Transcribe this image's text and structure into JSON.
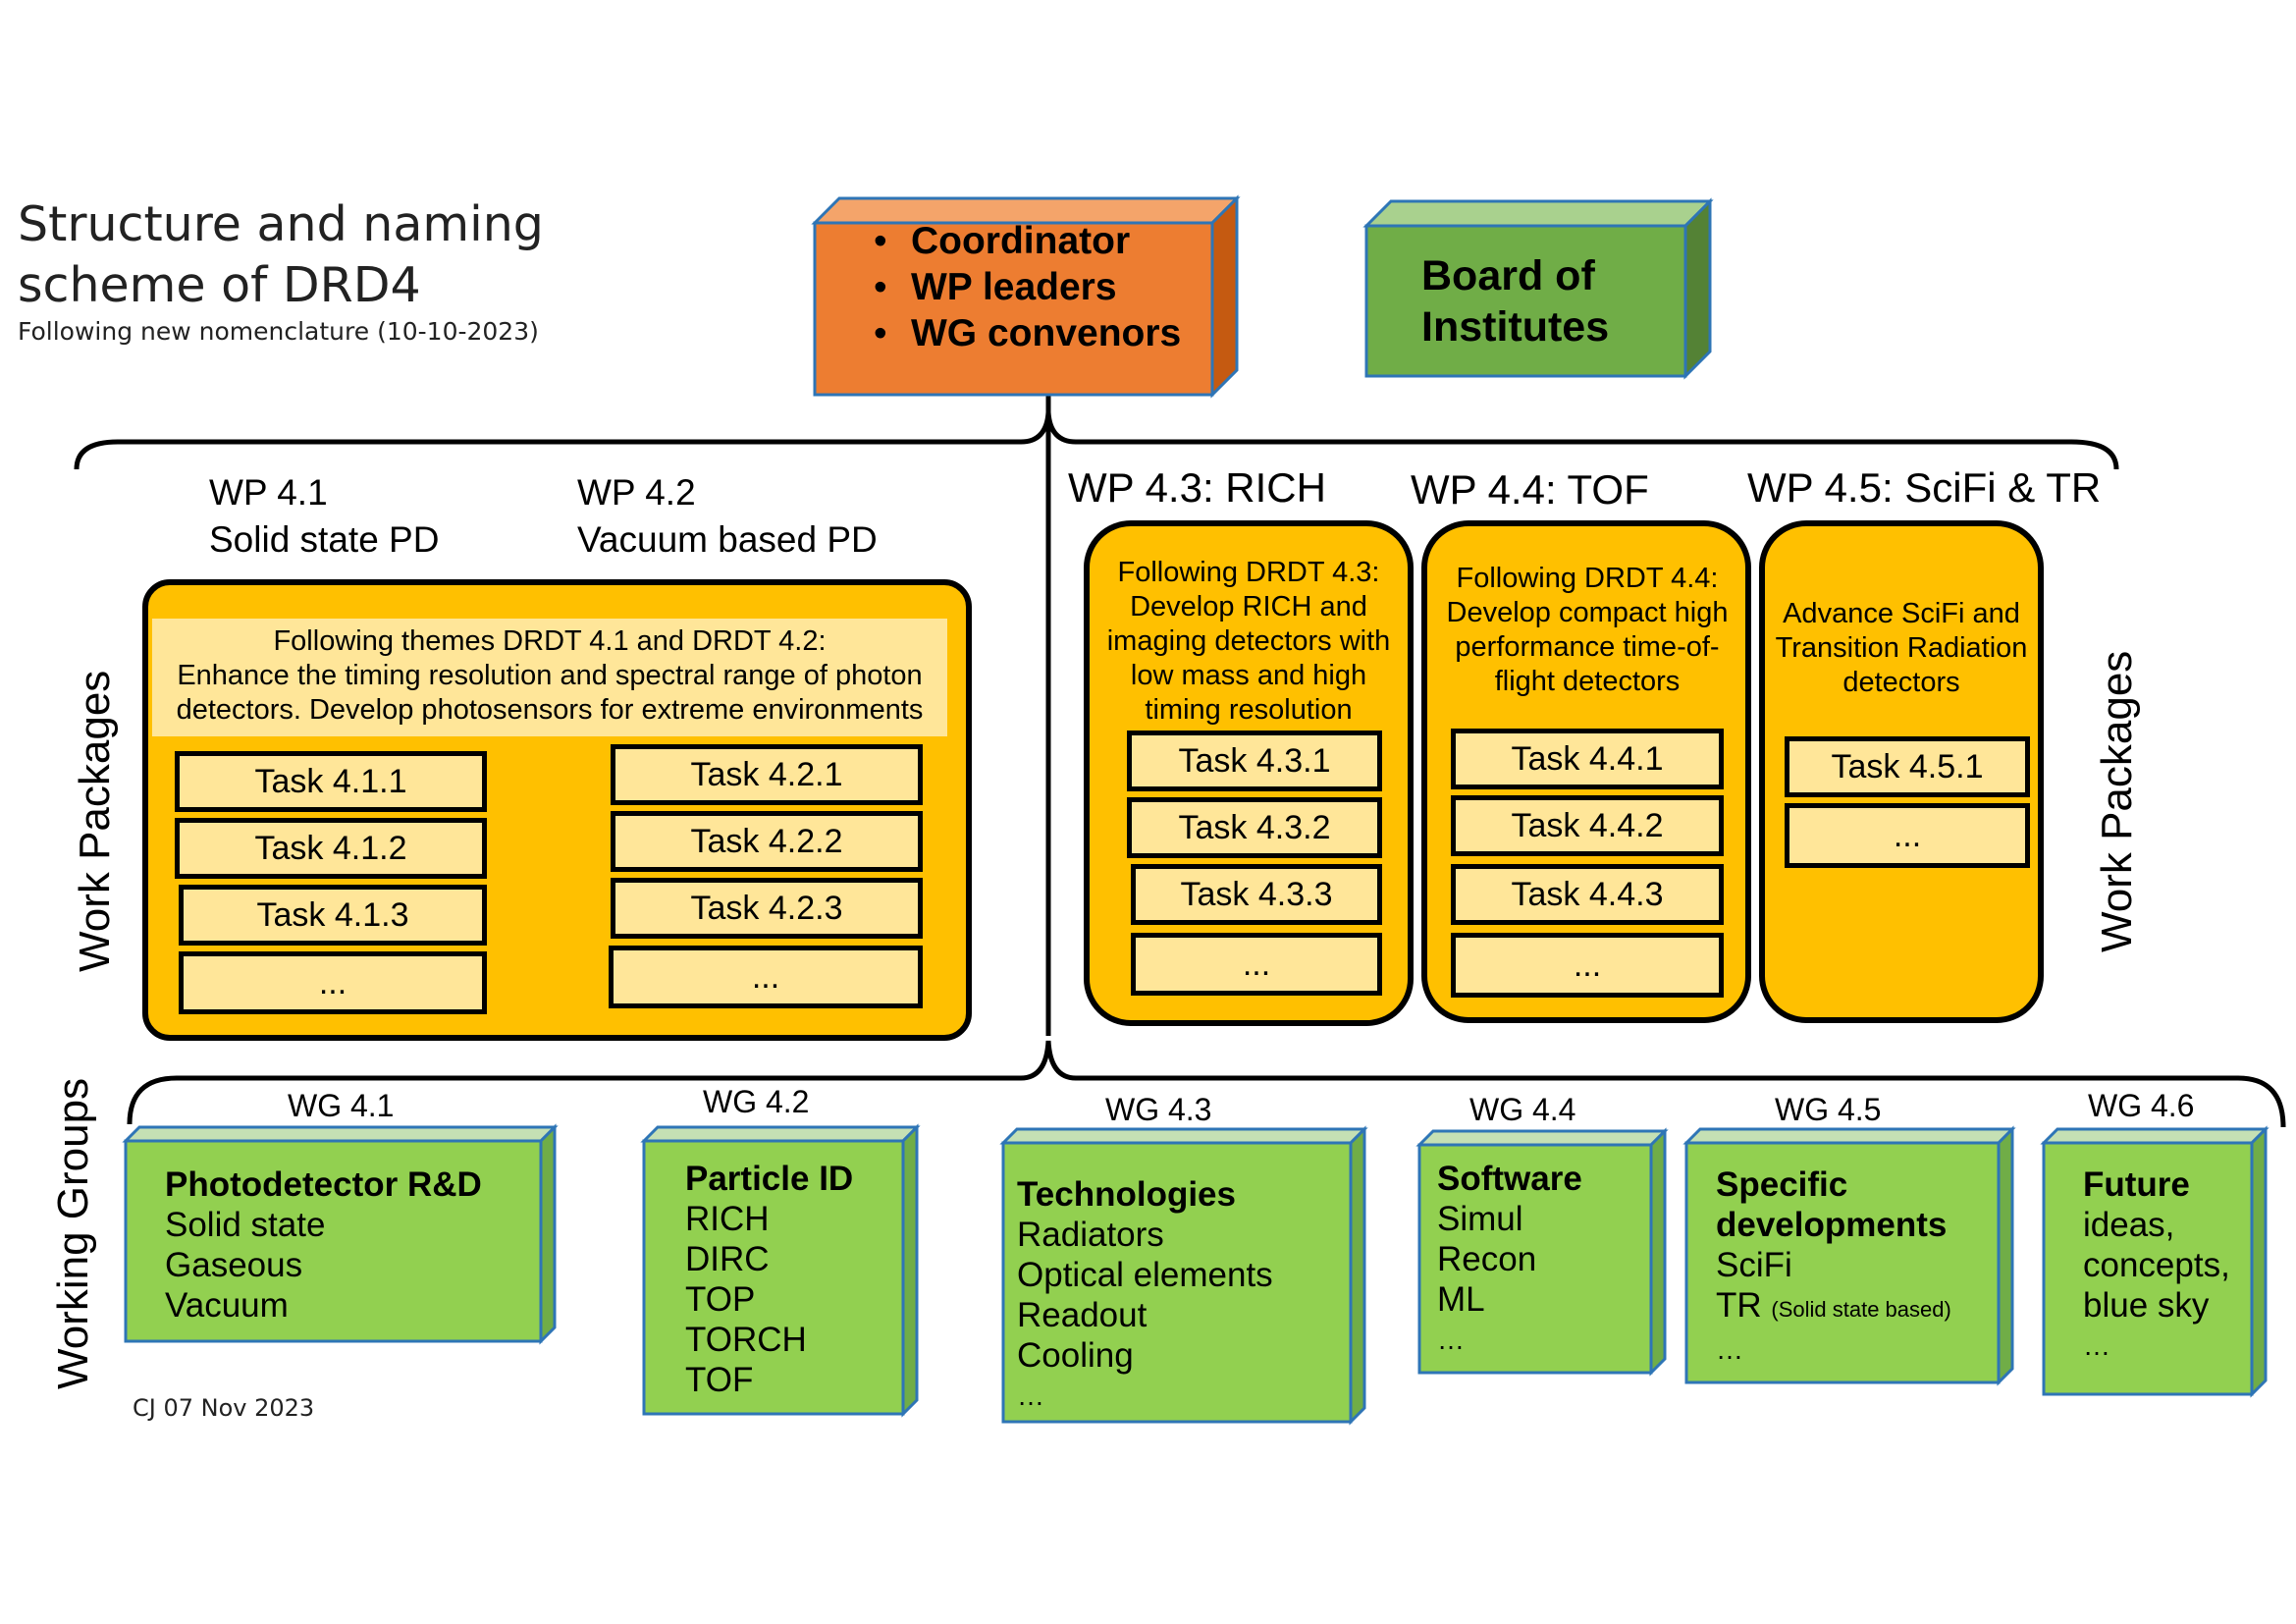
{
  "title": {
    "line1": "Structure and naming",
    "line2": "scheme of DRD4",
    "subtitle": "Following new nomenclature (10-10-2023)"
  },
  "footer": "CJ 07 Nov 2023",
  "coordinator": {
    "items": [
      "Coordinator",
      "WP leaders",
      "WG convenors"
    ],
    "color": "#ed7d31"
  },
  "board": {
    "line1": "Board of",
    "line2": "Institutes",
    "color": "#70ad47"
  },
  "side_labels": {
    "work_packages": "Work Packages",
    "working_groups": "Working Groups"
  },
  "work_packages": {
    "wp41": {
      "line1": "WP 4.1",
      "line2": "Solid state PD"
    },
    "wp42": {
      "line1": "WP 4.2",
      "line2": "Vacuum based PD"
    },
    "wp43": "WP 4.3: RICH",
    "wp44": "WP 4.4: TOF",
    "wp45": "WP 4.5: SciFi & TR",
    "panel_color": "#ffc000",
    "task_color": "#ffe699"
  },
  "panel_a": {
    "desc": [
      "Following themes DRDT 4.1 and DRDT 4.2:",
      "Enhance the timing resolution and spectral range of photon",
      "detectors. Develop photosensors for extreme environments"
    ],
    "tasks_left": [
      "Task 4.1.1",
      "Task 4.1.2",
      "Task 4.1.3",
      "..."
    ],
    "tasks_right": [
      "Task 4.2.1",
      "Task 4.2.2",
      "Task 4.2.3",
      "..."
    ]
  },
  "panel_b": {
    "desc": [
      "Following DRDT 4.3:",
      "Develop RICH and",
      "imaging detectors with",
      "low mass and high",
      "timing resolution"
    ],
    "tasks": [
      "Task 4.3.1",
      "Task 4.3.2",
      "Task 4.3.3",
      "..."
    ]
  },
  "panel_c": {
    "desc": [
      "Following DRDT 4.4:",
      "Develop compact high",
      "performance time-of-",
      "flight detectors"
    ],
    "tasks": [
      "Task 4.4.1",
      "Task 4.4.2",
      "Task 4.4.3",
      "..."
    ]
  },
  "panel_d": {
    "desc": [
      "Advance SciFi and",
      "Transition Radiation",
      "detectors"
    ],
    "tasks": [
      "Task 4.5.1",
      "..."
    ]
  },
  "working_groups": [
    {
      "label": "WG 4.1",
      "title": [
        "Photodetector R&D"
      ],
      "items": [
        "Solid state",
        "Gaseous",
        "Vacuum"
      ]
    },
    {
      "label": "WG 4.2",
      "title": [
        "Particle ID"
      ],
      "items": [
        "RICH",
        "DIRC",
        "TOP",
        "TORCH",
        "TOF"
      ]
    },
    {
      "label": "WG 4.3",
      "title": [
        "Technologies"
      ],
      "items": [
        "Radiators",
        "Optical elements",
        "Readout",
        "Cooling",
        "…"
      ]
    },
    {
      "label": "WG 4.4",
      "title": [
        "Software"
      ],
      "items": [
        "Simul",
        "Recon",
        "ML",
        "…"
      ]
    },
    {
      "label": "WG 4.5",
      "title": [
        "Specific",
        "developments"
      ],
      "items": [
        "SciFi",
        "TR",
        "…"
      ],
      "note": "(Solid state based)"
    },
    {
      "label": "WG 4.6",
      "title": [
        "Future"
      ],
      "items": [
        "ideas,",
        "concepts,",
        "blue sky",
        "…"
      ]
    }
  ],
  "wg_color": "#92d050"
}
